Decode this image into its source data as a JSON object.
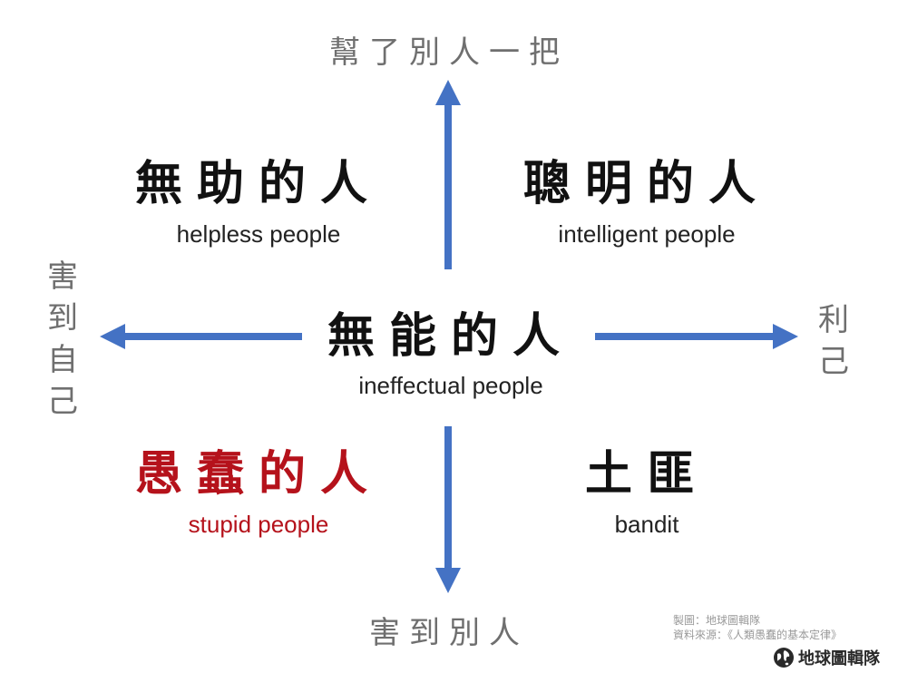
{
  "axes": {
    "top": "幫了別人一把",
    "bottom": "害到別人",
    "left": "害到自己",
    "right": "利己"
  },
  "quadrants": {
    "top_left": {
      "title": "無助的人",
      "subtitle": "helpless people"
    },
    "top_right": {
      "title": "聰明的人",
      "subtitle": "intelligent people"
    },
    "center": {
      "title": "無能的人",
      "subtitle": "ineffectual people"
    },
    "bottom_left": {
      "title": "愚蠢的人",
      "subtitle": "stupid people"
    },
    "bottom_right": {
      "title": "土匪",
      "subtitle": "bandit"
    }
  },
  "credits": {
    "made_by": "製圖：地球圖輯隊",
    "source": "資料來源：《人類愚蠢的基本定律》"
  },
  "logo": {
    "text": "地球圖輯隊",
    "icon": "globe-icon"
  },
  "colors": {
    "arrow": "#4472c4",
    "highlight": "#b5121b",
    "axis_text": "#6f6f6f"
  }
}
